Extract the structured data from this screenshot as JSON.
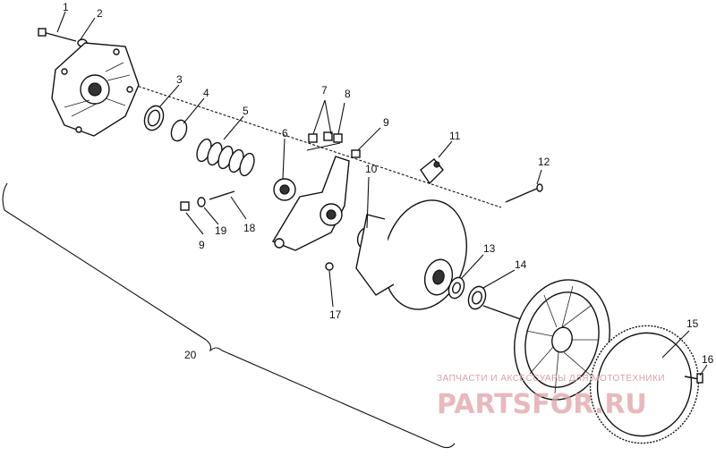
{
  "callouts": [
    {
      "id": "1",
      "label": "1"
    },
    {
      "id": "2",
      "label": "2"
    },
    {
      "id": "3",
      "label": "3"
    },
    {
      "id": "4",
      "label": "4"
    },
    {
      "id": "5",
      "label": "5"
    },
    {
      "id": "6",
      "label": "6"
    },
    {
      "id": "7",
      "label": "7"
    },
    {
      "id": "8",
      "label": "8"
    },
    {
      "id": "9a",
      "label": "9"
    },
    {
      "id": "9b",
      "label": "9"
    },
    {
      "id": "10",
      "label": "10"
    },
    {
      "id": "11",
      "label": "11"
    },
    {
      "id": "12",
      "label": "12"
    },
    {
      "id": "13",
      "label": "13"
    },
    {
      "id": "14",
      "label": "14"
    },
    {
      "id": "15",
      "label": "15"
    },
    {
      "id": "16",
      "label": "16"
    },
    {
      "id": "17",
      "label": "17"
    },
    {
      "id": "18",
      "label": "18"
    },
    {
      "id": "19",
      "label": "19"
    },
    {
      "id": "20",
      "label": "20"
    }
  ],
  "watermark": {
    "caption": "ЗАПЧАСТИ И АКСЕССУАРЫ ДЛЯ МОТОТЕХНИКИ",
    "logo": "PARTSFOR.RU",
    "color": "#e2a1a8"
  }
}
